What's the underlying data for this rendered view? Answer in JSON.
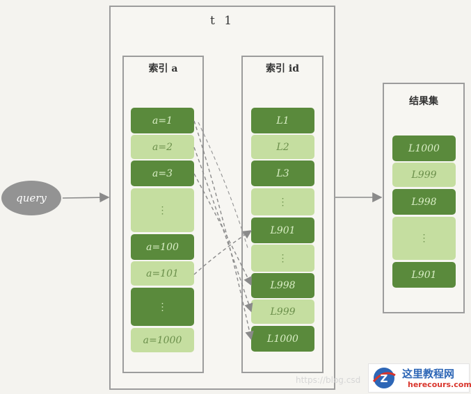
{
  "table_title": "t 1",
  "query_label": "query",
  "index_a": {
    "title": "索引 a",
    "cells": [
      "a=1",
      "a=2",
      "a=3",
      "⋮",
      "a=100",
      "a=101",
      "⋮",
      "a=1000"
    ]
  },
  "index_id": {
    "title": "索引 id",
    "cells": [
      "L1",
      "L2",
      "L3",
      "⋮",
      "L901",
      "⋮",
      "L998",
      "L999",
      "L1000"
    ]
  },
  "result": {
    "title": "结果集",
    "cells": [
      "L1000",
      "L999",
      "L998",
      "⋮",
      "L901"
    ]
  },
  "colors": {
    "dark": "#5a8a3c",
    "light": "#c5dea0",
    "frame": "#9c9c9c",
    "arrow": "#8a8a8a"
  },
  "watermark": "https://blog.csd",
  "badge": {
    "name": "这里教程网",
    "url": "herecours.com"
  }
}
